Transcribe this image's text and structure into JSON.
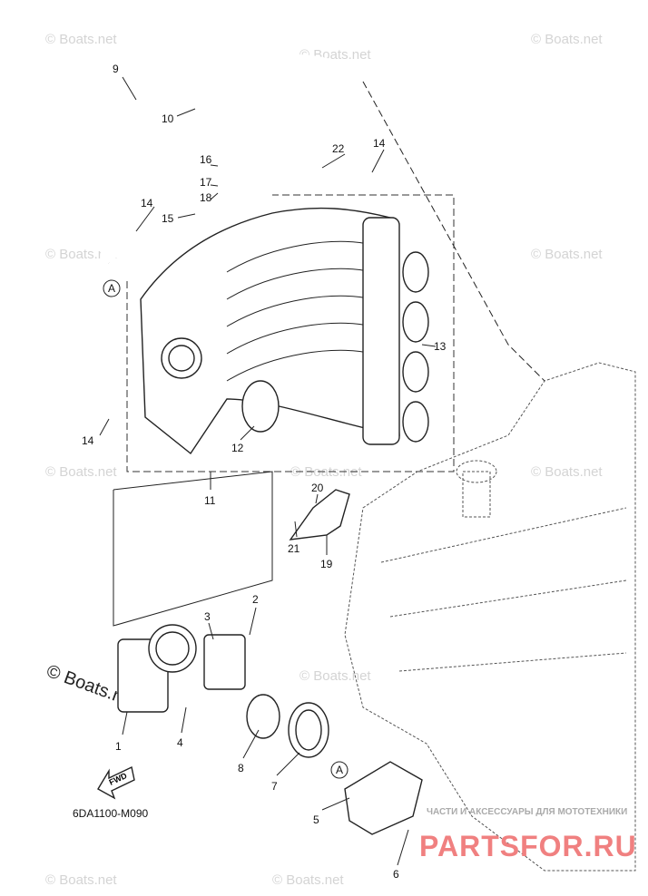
{
  "diagram_code": "6DA1100-M090",
  "fwd_label": "FWD",
  "watermark": "© Boats.net",
  "watermark_large": "© Boats.net",
  "logo": {
    "tagline": "ЧАСТИ И АКСЕССУАРЫ ДЛЯ МОТОТЕХНИКИ",
    "text": "PARTSFOR.RU",
    "color": "#f08080"
  },
  "callouts": [
    "9",
    "10",
    "16",
    "17",
    "18",
    "15",
    "14",
    "22",
    "14",
    "A",
    "13",
    "14",
    "12",
    "11",
    "20",
    "21",
    "19",
    "3",
    "2",
    "1",
    "4",
    "8",
    "7",
    "A",
    "5",
    "6"
  ]
}
